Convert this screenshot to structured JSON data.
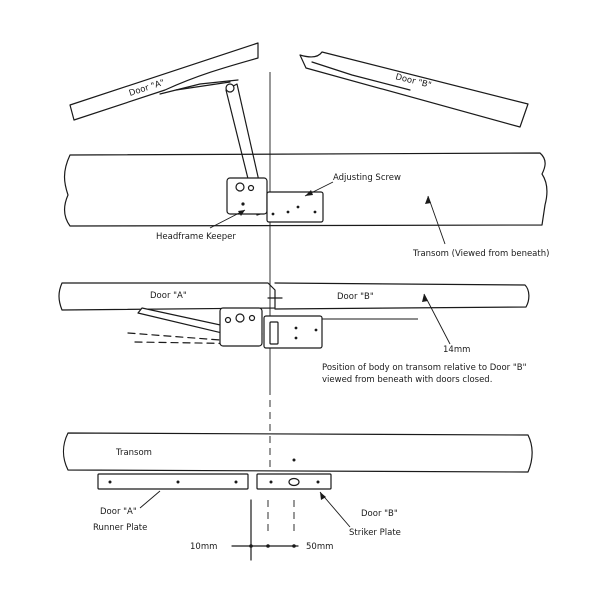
{
  "labels": {
    "door_a_top": "Door \"A\"",
    "door_b_top": "Door \"B\"",
    "adjusting_screw": "Adjusting Screw",
    "headframe_keeper": "Headframe Keeper",
    "transom_viewed": "Transom (Viewed from beneath)",
    "door_a_mid": "Door \"A\"",
    "door_b_mid": "Door \"B\"",
    "dim_14mm": "14mm",
    "position_line1": "Position of body on transom relative to Door \"B\"",
    "position_line2": "viewed from beneath with doors closed.",
    "transom_bottom": "Transom",
    "door_a_bottom": "Door \"A\"",
    "runner_plate": "Runner Plate",
    "door_b_bottom": "Door \"B\"",
    "striker_plate": "Striker Plate",
    "dim_10mm": "10mm",
    "dim_50mm": "50mm"
  }
}
